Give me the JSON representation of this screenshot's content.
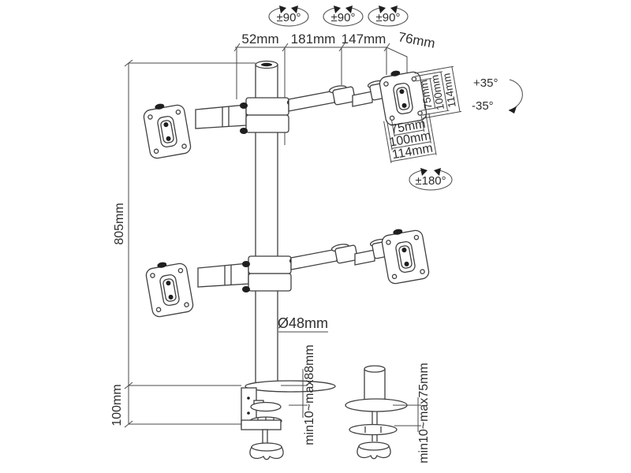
{
  "colors": {
    "background": "#ffffff",
    "line": "#3f3f3f",
    "text": "#2e2e2e",
    "dark_fill": "#1f1f1f"
  },
  "labels": {
    "rotation": [
      "±90°",
      "±90°",
      "±90°"
    ],
    "top_dims": [
      "52mm",
      "181mm",
      "147mm",
      "76mm"
    ],
    "tilt": {
      "up": "+35°",
      "down": "-35°"
    },
    "vesa_side": [
      "75mm",
      "100mm",
      "114mm"
    ],
    "vesa_bottom": [
      "75mm",
      "100mm",
      "114mm"
    ],
    "swivel": "±180°",
    "pole_height": "805mm",
    "pole_diameter": "Ø48mm",
    "clamp_range": "min10~max88mm",
    "base_height": "100mm",
    "grommet_range": "min10~max75mm"
  }
}
